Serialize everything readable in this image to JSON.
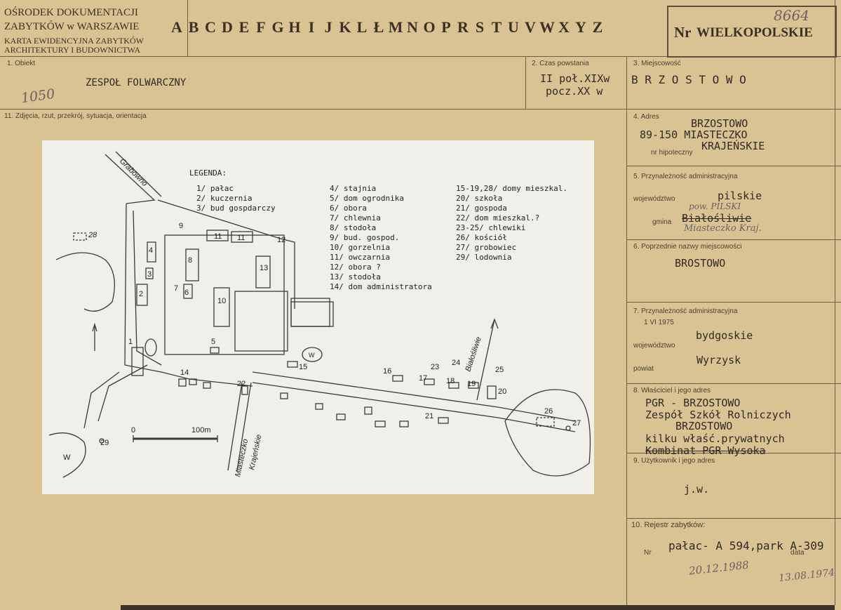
{
  "header": {
    "institution_line1": "OŚRODEK DOKUMENTACJI",
    "institution_line2": "ZABYTKÓW w WARSZAWIE",
    "card_type_line1": "KARTA EWIDENCYJNA ZABYTKÓW",
    "card_type_line2": "ARCHITEKTURY I BUDOWNICTWA",
    "letters": [
      "A",
      "B",
      "C",
      "D",
      "E",
      "F",
      "G",
      "H",
      "I",
      "J",
      "K",
      "L",
      "Ł",
      "M",
      "N",
      "O",
      "P",
      "R",
      "S",
      "T",
      "U",
      "V",
      "W",
      "X",
      "Y",
      "Z"
    ],
    "nr_label": "Nr",
    "nr_value": "WIELKOPOLSKIE",
    "nr_hand": "8664"
  },
  "fields": {
    "f1_label": "1. Obiekt",
    "f1_value": "ZESPOŁ FOLWARCZNY",
    "f1_hand": "1050",
    "f2_label": "2. Czas powstania",
    "f2_line1": "II poł.XIXw",
    "f2_line2": "pocz.XX w",
    "f3_label": "3. Miejscowość",
    "f3_value": "B R Z O S T O W O",
    "f4_label": "4. Adres",
    "f4_line1": "BRZOSTOWO",
    "f4_line2": "89-150 MIASTECZKO",
    "f4_line3": "KRAJEŃSKIE",
    "f4_hipoteczny": "nr hipoteczny",
    "f5_label": "5. Przynależność administracyjna",
    "f5_woj_label": "województwo",
    "f5_woj_value": "pilskie",
    "f5_pow_hand": "pow. PILSKI",
    "f5_gmina_label": "gmina",
    "f5_gmina_value": "Białośliwie",
    "f5_gmina_hand": "Miasteczko Kraj.",
    "f6_label": "6. Poprzednie nazwy miejscowości",
    "f6_value": "BROSTOWO",
    "f7_label": "7. Przynależność administracyjna",
    "f7_date": "1 VI 1975",
    "f7_woj_label": "województwo",
    "f7_woj_value": "bydgoskie",
    "f7_pow_label": "powiat",
    "f7_pow_value": "Wyrzysk",
    "f8_label": "8. Właściciel i jego adres",
    "f8_line1": "PGR - BRZOSTOWO",
    "f8_line2": "Zespół Szkół Rolniczych",
    "f8_line3": "BRZOSTOWO",
    "f8_line4": "kilku właść.prywatnych",
    "f8_line5": "Kombinat PGR Wysoka",
    "f9_label": "9. Użytkownik i jego adres",
    "f9_value": "j.w.",
    "f10_label": "10. Rejestr zabytków:",
    "f10_nr_label": "Nr",
    "f10_value": "pałac- A 594,park A-309",
    "f10_data_label": "data",
    "f10_hand1": "20.12.1988",
    "f10_hand2": "13.08.1974",
    "f11_label": "11. Zdjęcia, rzut, przekrój, sytuacja, orientacja"
  },
  "map": {
    "legend_title": "LEGENDA:",
    "col1": [
      "1/ pałac",
      "2/ kuczernia",
      "3/ bud gospdarczy"
    ],
    "col2": [
      "4/ stajnia",
      "5/ dom ogrodnika",
      "6/ obora",
      "7/ chlewnia",
      "8/ stodoła",
      "9/ bud. gospod.",
      "10/ gorzelnia",
      "11/ owczarnia",
      "12/ obora ?",
      "13/ stodoła",
      "14/ dom administratora"
    ],
    "col3": [
      "15-19,28/ domy mieszkal.",
      "20/ szkoła",
      "21/ gospoda",
      "22/ dom mieszkal.?",
      "23-25/ chlewiki",
      "26/ kościół",
      "27/ grobowiec",
      "29/ lodownia"
    ],
    "road_grabowno": "Grabowno",
    "road_bialosliwie": "Białośliwie",
    "road_miasteczko1": "Miasteczko",
    "road_miasteczko2": "Krajeńskie",
    "scale_zero": "0",
    "scale_len": "100m",
    "w_label": "W",
    "nums": [
      "1",
      "2",
      "3",
      "4",
      "5",
      "6",
      "7",
      "8",
      "9",
      "10",
      "11",
      "11",
      "12",
      "13",
      "14",
      "15",
      "16",
      "17",
      "18",
      "19",
      "20",
      "21",
      "22",
      "23",
      "24",
      "25",
      "26",
      "27",
      "28",
      "29"
    ]
  }
}
